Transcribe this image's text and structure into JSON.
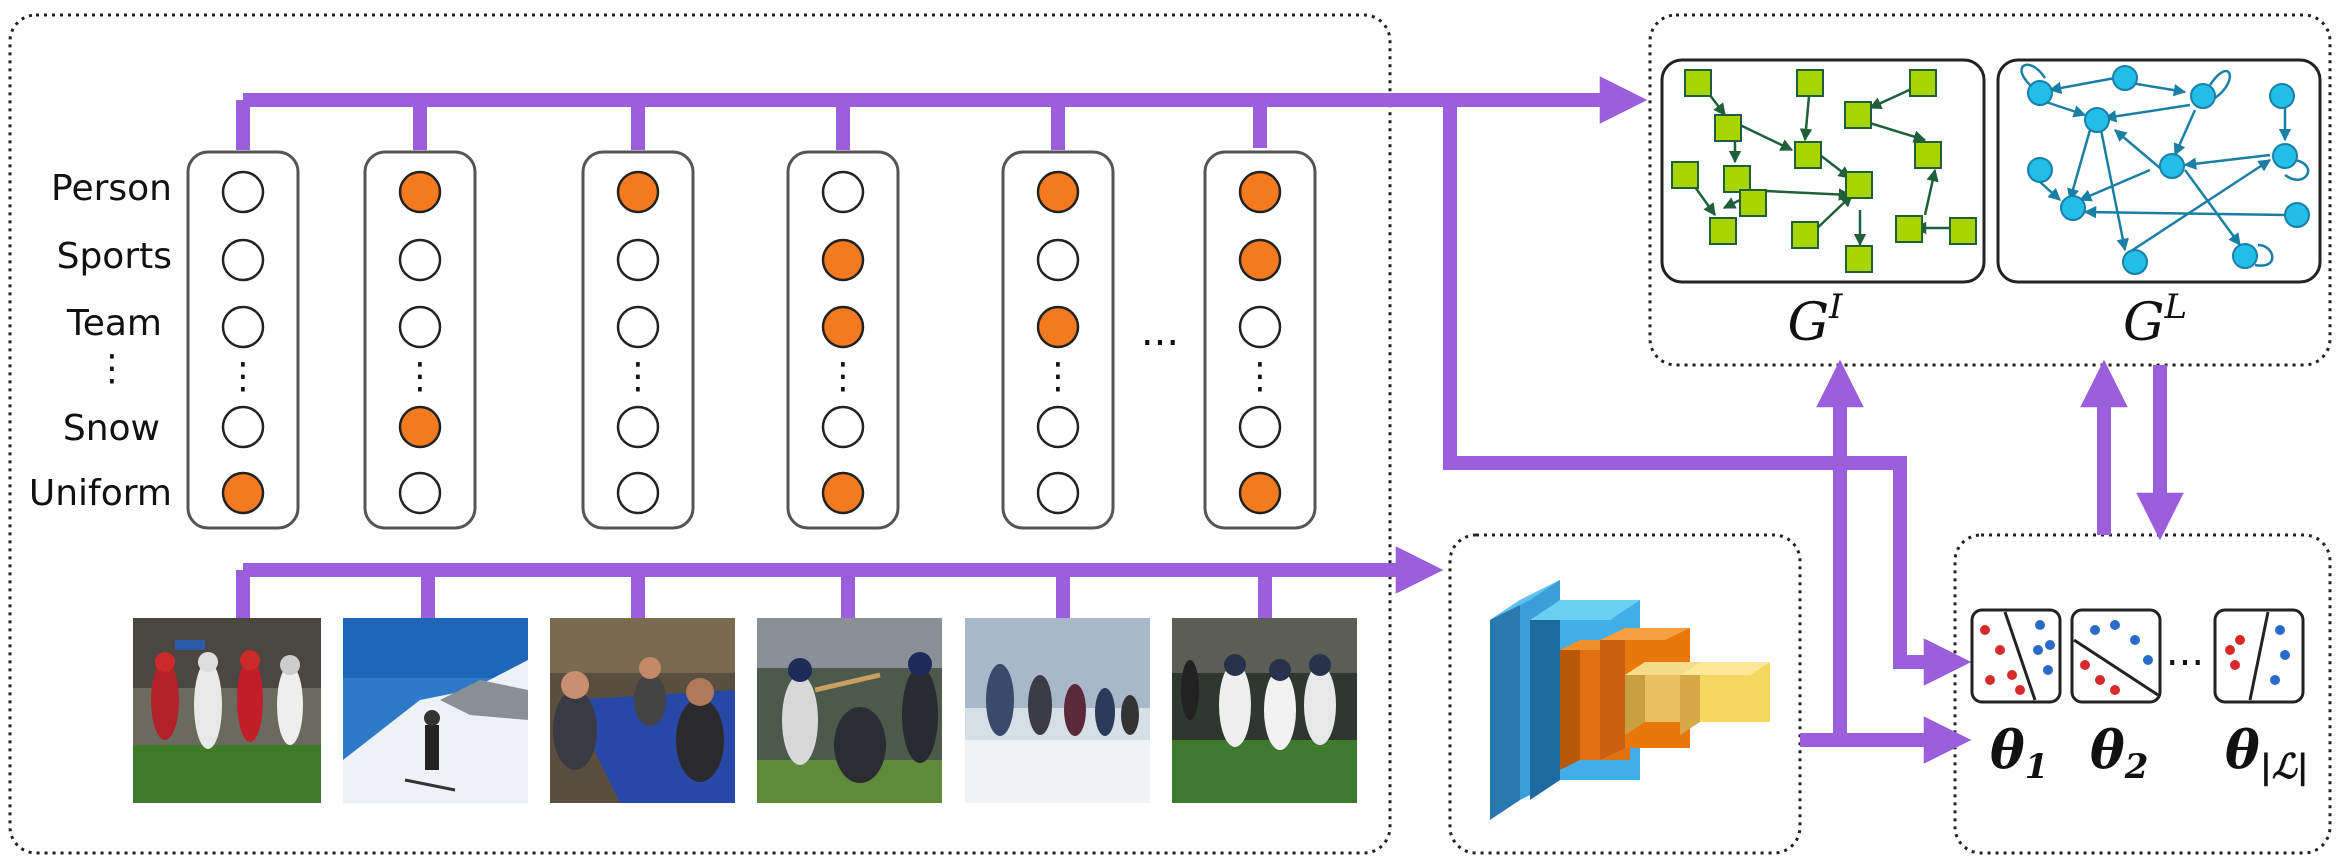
{
  "label_names": [
    "Person",
    "Sports",
    "Team",
    "Snow",
    "Uniform"
  ],
  "label_vectors": [
    [
      0,
      0,
      0,
      0,
      1
    ],
    [
      1,
      0,
      0,
      1,
      0
    ],
    [
      1,
      0,
      0,
      0,
      0
    ],
    [
      0,
      1,
      1,
      0,
      1
    ],
    [
      1,
      0,
      1,
      0,
      0
    ],
    [
      1,
      1,
      0,
      0,
      1
    ]
  ],
  "ellipsis": "...",
  "image_graph_symbol": "G",
  "image_graph_superscript": "I",
  "label_graph_symbol": "G",
  "label_graph_superscript": "L",
  "classifiers": [
    {
      "symbol": "θ",
      "subscript": "1"
    },
    {
      "symbol": "θ",
      "subscript": "2"
    },
    {
      "symbol": "θ",
      "subscript": "|ℒ|"
    }
  ],
  "image_thumbnails": [
    "football-game",
    "skier-on-slope",
    "board-game-players",
    "baseball-batter",
    "snow-hikers",
    "football-players"
  ],
  "colors": {
    "arrow": "#9b5fdc",
    "active_label": "#f47a20",
    "image_node": "#a8d400",
    "label_node": "#22bde8",
    "image_edge": "#1f5f3a",
    "label_edge": "#1a7fa5",
    "cnn_blue": "#3a9fd8",
    "cnn_orange": "#e07010",
    "cnn_yellow": "#f0c850"
  }
}
